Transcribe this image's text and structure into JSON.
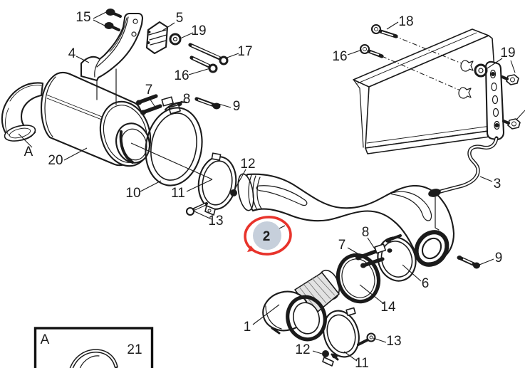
{
  "diagram_type": "exploded-parts-diagram",
  "callouts": {
    "bolt15": "15",
    "block5": "5",
    "washer19_left": "19",
    "bolt17": "17",
    "bolt16_left": "16",
    "bracket4": "4",
    "screw7_upper": "7",
    "screw8_upper": "8",
    "bolt9_upper": "9",
    "pipeA": "A",
    "muffler20": "20",
    "bandclamp10": "10",
    "vclamp11_upper": "11",
    "nut12_upper": "12",
    "bolt13_upper": "13",
    "bolt18": "18",
    "bolt16_right": "16",
    "washer19_right": "19",
    "rod3": "3",
    "bolt9_lower": "9",
    "screw8_lower": "8",
    "screw7_lower": "7",
    "clamp6": "6",
    "clamp14": "14",
    "filter1": "1",
    "bolt13_lower": "13",
    "nut12_lower": "12",
    "vclamp11_lower": "11",
    "insetA": "A",
    "elbow21": "21"
  },
  "highlight": {
    "label": "2",
    "circle_fill": "#c6cfdb",
    "ring_color": "#e8332b",
    "label_color": "#6d7888"
  },
  "colors": {
    "line": "#1b1b1b",
    "background": "#ffffff"
  }
}
